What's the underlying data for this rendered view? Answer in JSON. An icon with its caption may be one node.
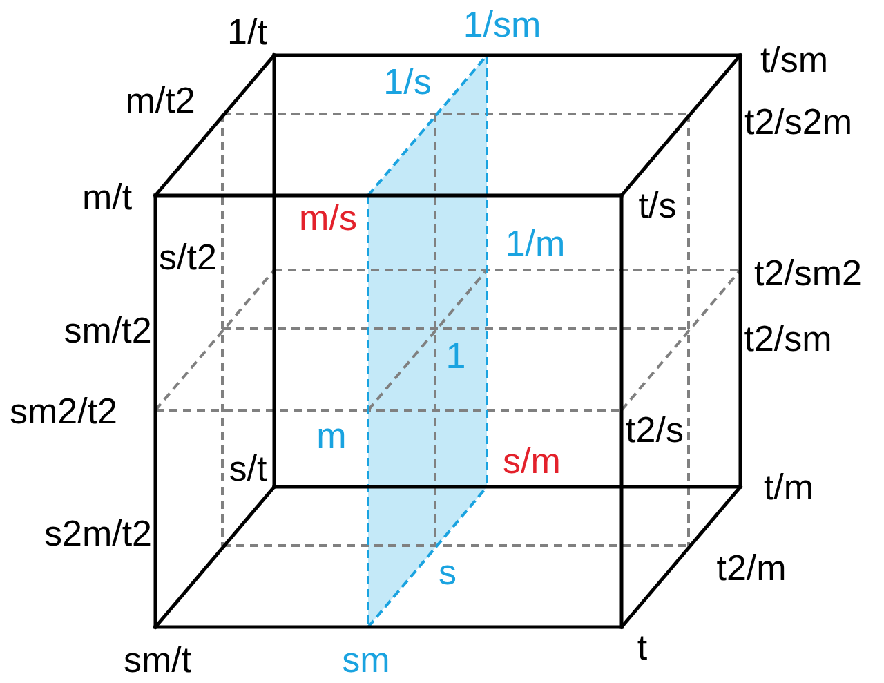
{
  "diagram": {
    "labels": [
      "1/sm",
      "1/t",
      "t/sm",
      "1/s",
      "m/t2",
      "t2/s2m",
      "m/t",
      "t/s",
      "m/s",
      "1/m",
      "s/t2",
      "t2/sm2",
      "sm/t2",
      "t2/sm",
      "1",
      "sm2/t2",
      "t2/s",
      "m",
      "s/m",
      "s/t",
      "t/m",
      "s2m/t2",
      "t2/m",
      "s",
      "t",
      "sm/t",
      "sm"
    ]
  }
}
